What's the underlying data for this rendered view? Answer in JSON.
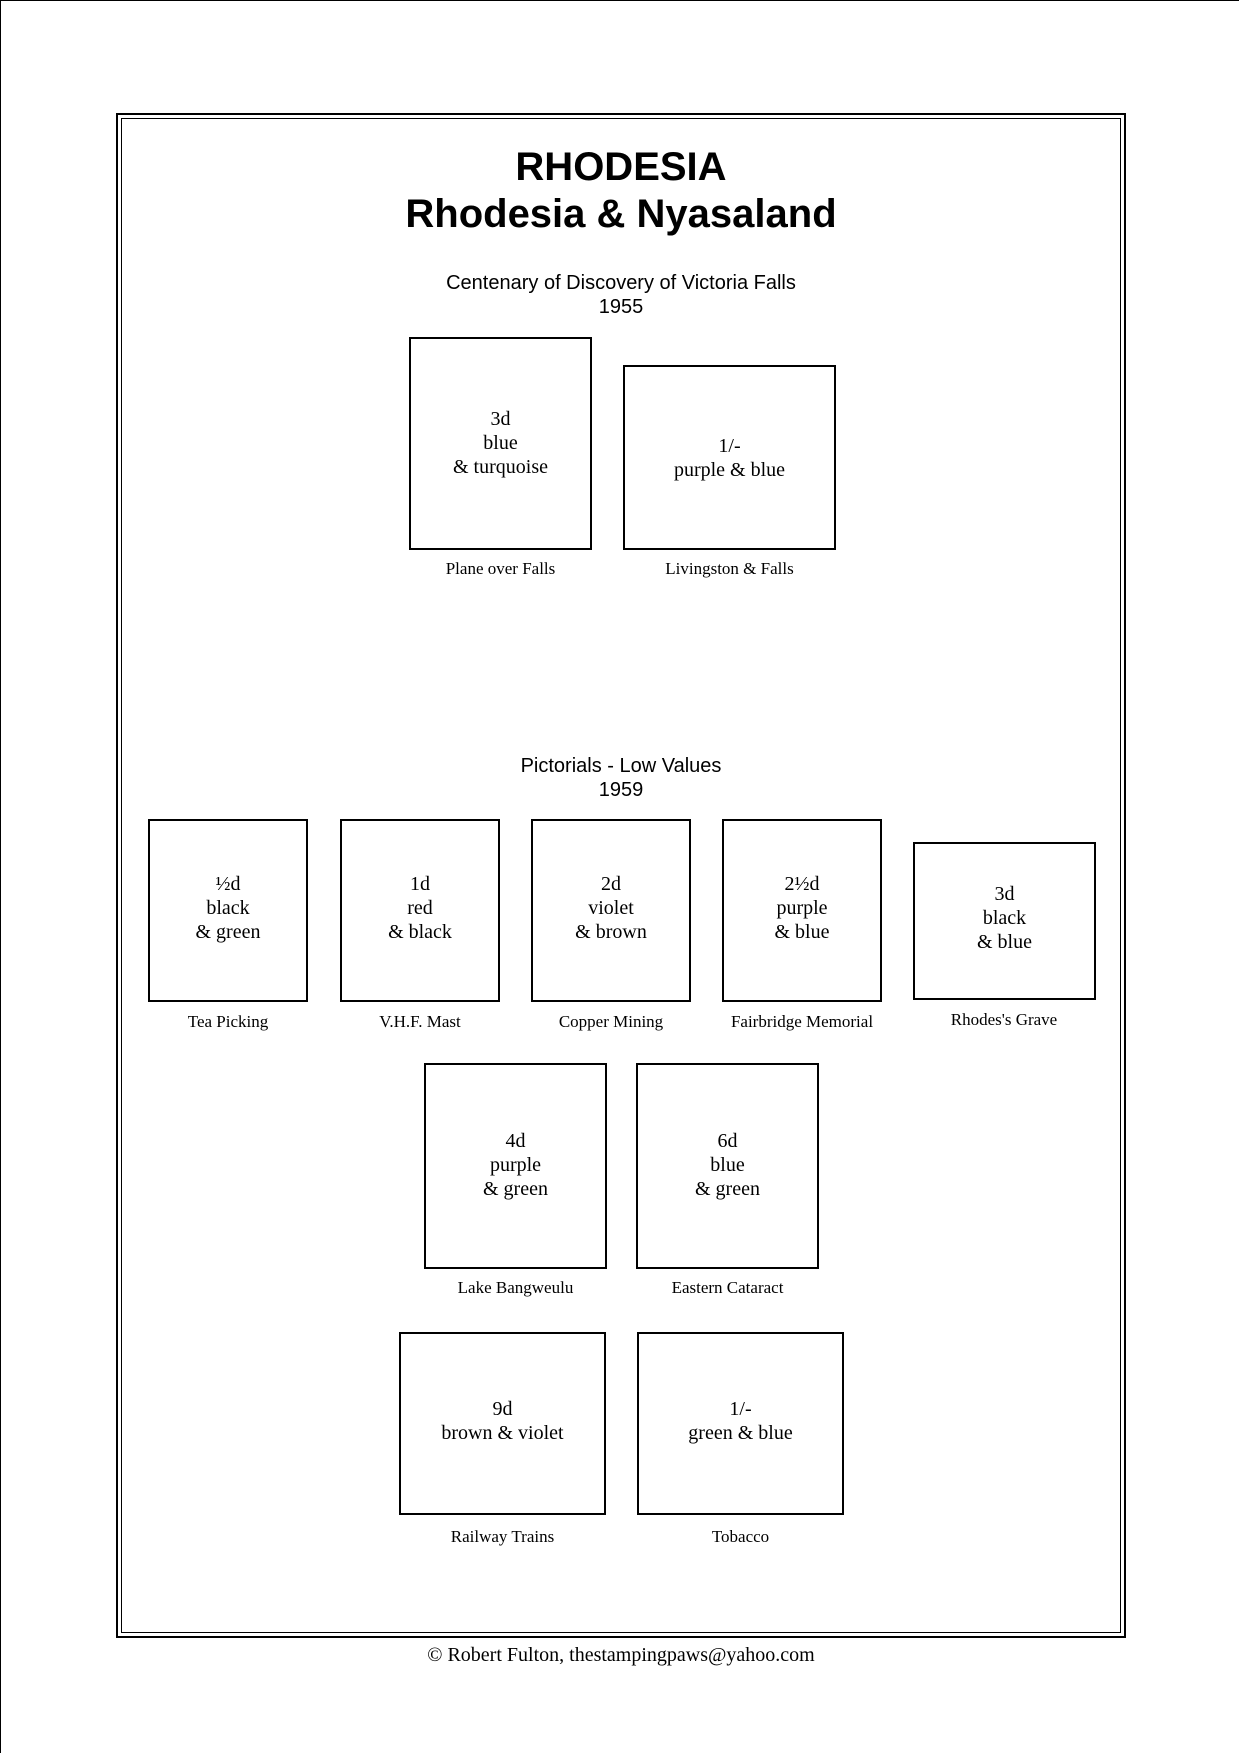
{
  "page": {
    "title_line1": "RHODESIA",
    "title_line2": "Rhodesia & Nyasaland"
  },
  "sections": [
    {
      "heading": "Centenary of Discovery of Victoria Falls",
      "year": "1955",
      "stamps": [
        {
          "lines": [
            "3d",
            "blue",
            "& turquoise"
          ],
          "caption": "Plane over Falls"
        },
        {
          "lines": [
            "1/-",
            "purple & blue"
          ],
          "caption": "Livingston & Falls"
        }
      ]
    },
    {
      "heading": "Pictorials - Low Values",
      "year": "1959",
      "stamps": [
        {
          "lines": [
            "½d",
            "black",
            "& green"
          ],
          "caption": "Tea Picking"
        },
        {
          "lines": [
            "1d",
            "red",
            "& black"
          ],
          "caption": "V.H.F. Mast"
        },
        {
          "lines": [
            "2d",
            "violet",
            "& brown"
          ],
          "caption": "Copper Mining"
        },
        {
          "lines": [
            "2½d",
            "purple",
            "& blue"
          ],
          "caption": "Fairbridge Memorial"
        },
        {
          "lines": [
            "3d",
            "black",
            "& blue"
          ],
          "caption": "Rhodes's Grave"
        },
        {
          "lines": [
            "4d",
            "purple",
            "& green"
          ],
          "caption": "Lake Bangweulu"
        },
        {
          "lines": [
            "6d",
            "blue",
            "& green"
          ],
          "caption": "Eastern Cataract"
        },
        {
          "lines": [
            "9d",
            "brown & violet"
          ],
          "caption": "Railway Trains"
        },
        {
          "lines": [
            "1/-",
            "green & blue"
          ],
          "caption": "Tobacco"
        }
      ]
    }
  ],
  "footer": "©  Robert Fulton, thestampingpaws@yahoo.com"
}
